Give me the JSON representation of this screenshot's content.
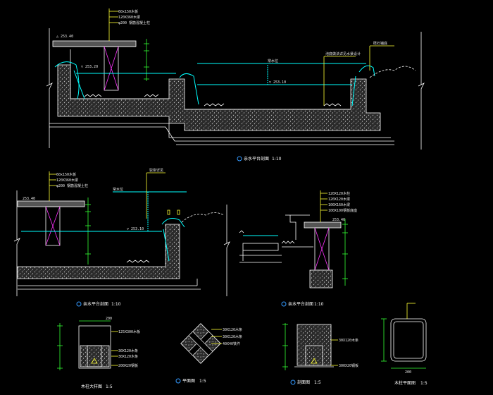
{
  "colors": {
    "water": "#00ffff",
    "dim": "#33ff33",
    "annot": "#ff33ff",
    "title": "#3399ff",
    "leader": "#ffff33"
  },
  "section1": {
    "title": "亲水平台剖面",
    "scale": "1:10",
    "notes": [
      "60x150木板",
      "120X360木梁",
      "φ200 钢筋混凝土柱"
    ],
    "elev_top": "△ 253.40",
    "elev_left": "▽ 253.20",
    "elev_water": "▽ 253.10",
    "note_right": "砾石铺底",
    "note_water_top": "常水位",
    "note_water_mid": "池底做法详见水景设计"
  },
  "section2": {
    "title": "亲水平台剖面",
    "scale": "1:10",
    "notes": [
      "60x150木板",
      "120X360木梁",
      "φ200 钢筋混凝土柱"
    ],
    "elev_top": "253.40",
    "elev_water": "▽ 253.10",
    "note_water": "常水位",
    "note_right": "驳岸详见"
  },
  "section3": {
    "title": "亲水平台剖面",
    "scale": "1:10",
    "notes": [
      "120X120木柱",
      "120X120木梁",
      "100X160木梁",
      "100X100钢板底座"
    ],
    "elev": "253.40"
  },
  "detail1": {
    "title": "木柱大样图",
    "scale": "1:5",
    "dim_top": "200",
    "notes": [
      "125X300木板",
      "30X120木条",
      "30X120木条",
      "200X20钢板"
    ]
  },
  "detail2": {
    "title": "平面图",
    "scale": "1:5",
    "notes": [
      "30X120木条",
      "30X120木条",
      "40X40铁件"
    ]
  },
  "detail3": {
    "title": "剖面图",
    "scale": "1:5",
    "notes": [
      "30X120木条",
      "300X20钢板"
    ]
  },
  "detail4": {
    "title": "木柱平面图",
    "scale": "1:5",
    "dim_bottom": "200"
  }
}
